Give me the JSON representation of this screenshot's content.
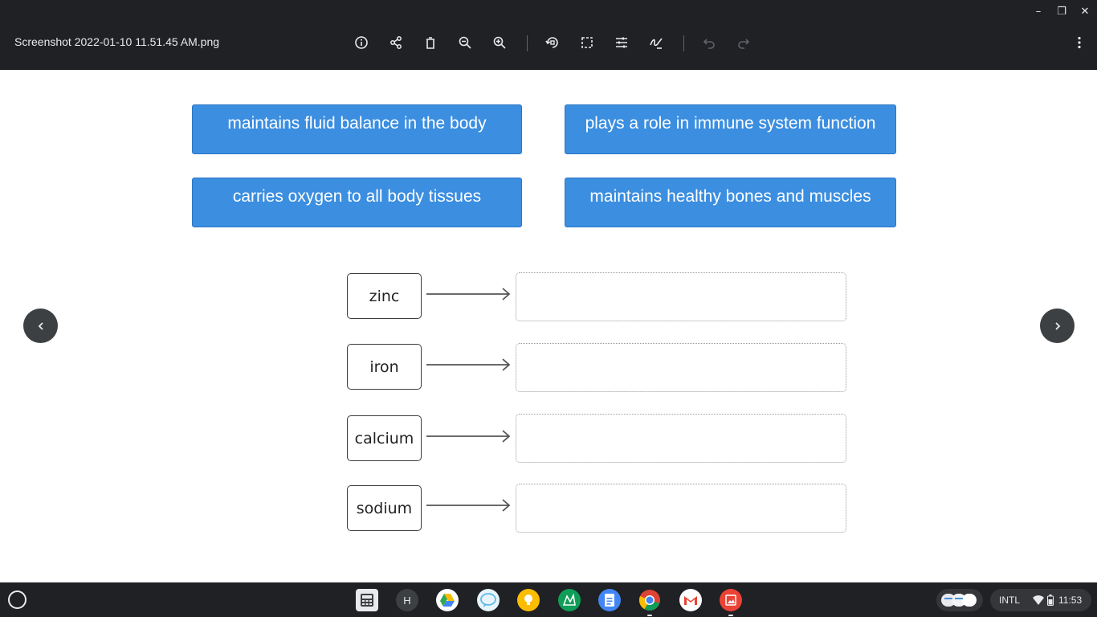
{
  "window": {
    "title": "Screenshot 2022-01-10 11.51.45 AM.png",
    "controls": [
      "minimize-icon",
      "restore-icon",
      "close-icon"
    ]
  },
  "toolbar": {
    "tools": [
      "info-icon",
      "share-icon",
      "delete-icon",
      "zoom-out-icon",
      "zoom-in-icon",
      "rotate-icon",
      "crop-icon",
      "adjust-icon",
      "annotate-icon",
      "undo-icon",
      "redo-icon",
      "more-icon"
    ]
  },
  "answers": [
    "maintains fluid balance in the body",
    "plays a role in immune system function",
    "carries oxygen to all body tissues",
    "maintains healthy bones and muscles"
  ],
  "matches": [
    {
      "label": "zinc",
      "answer": ""
    },
    {
      "label": "iron",
      "answer": ""
    },
    {
      "label": "calcium",
      "answer": ""
    },
    {
      "label": "sodium",
      "answer": ""
    }
  ],
  "shelf": {
    "apps": [
      "calculator",
      "h-app",
      "google-drive",
      "messages",
      "keep",
      "geogebra",
      "docs",
      "chrome",
      "gmail",
      "gallery"
    ],
    "app_badge_letter": "H",
    "tray": {
      "keyboard": "INTL",
      "time": "11:53"
    }
  },
  "colors": {
    "tile": "#3b8ee0",
    "bar": "#202124",
    "accent": "#ea4335"
  }
}
